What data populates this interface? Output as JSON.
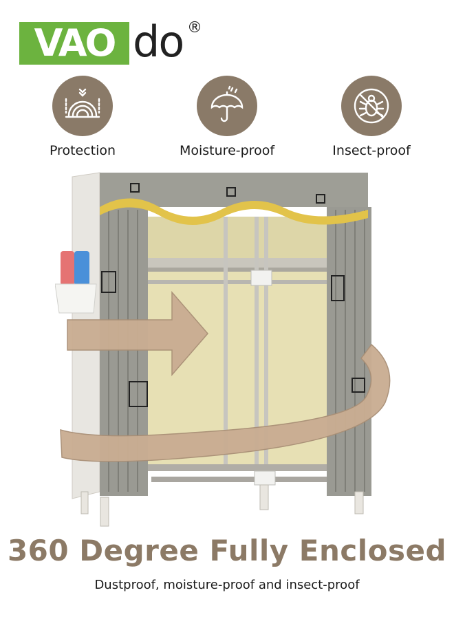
{
  "brand": {
    "logo_box_text": "VAO",
    "logo_tail_text": "do",
    "registered_mark": "®",
    "green": "#6cb33f"
  },
  "features": [
    {
      "label": "Protection",
      "icon": "layered-protection-icon"
    },
    {
      "label": "Moisture-proof",
      "icon": "umbrella-rain-icon"
    },
    {
      "label": "Insect-proof",
      "icon": "no-bug-icon"
    }
  ],
  "headline": "360 Degree Fully Enclosed",
  "subline": "Dustproof, moisture-proof and insect-proof",
  "colors": {
    "accent_brown": "#8a7a68",
    "headline_brown": "#8c7a66",
    "curtain_gray": "#9a9a93",
    "interior_yellow": "#e7e0b4",
    "arrow_tan": "#c9ad92",
    "valance_gold": "#e2c34a"
  }
}
